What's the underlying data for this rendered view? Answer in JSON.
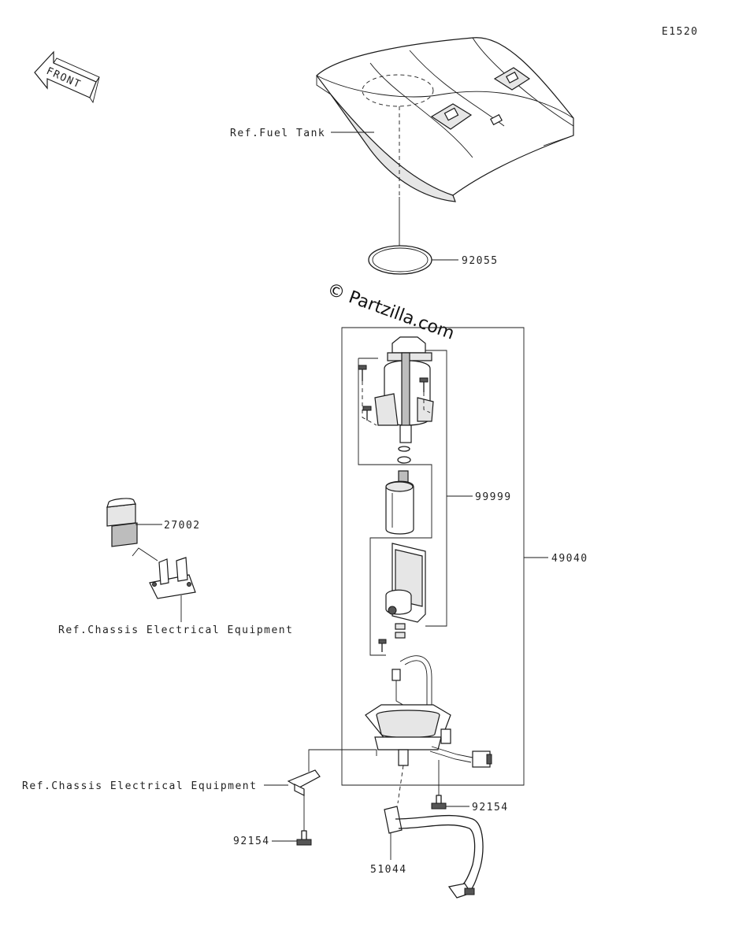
{
  "diagram": {
    "code": "E1520",
    "front_label": "FRONT",
    "watermark": "© Partzilla.com"
  },
  "labels": {
    "fuel_tank": "Ref.Fuel Tank",
    "gasket": "92055",
    "pump_subassembly": "99999",
    "pump_assembly": "49040",
    "relay": "27002",
    "chassis_electrical_1": "Ref.Chassis Electrical Equipment",
    "chassis_electrical_2": "Ref.Chassis Electrical Equipment",
    "bolt_right": "92154",
    "bolt_left": "92154",
    "hose": "51044"
  }
}
